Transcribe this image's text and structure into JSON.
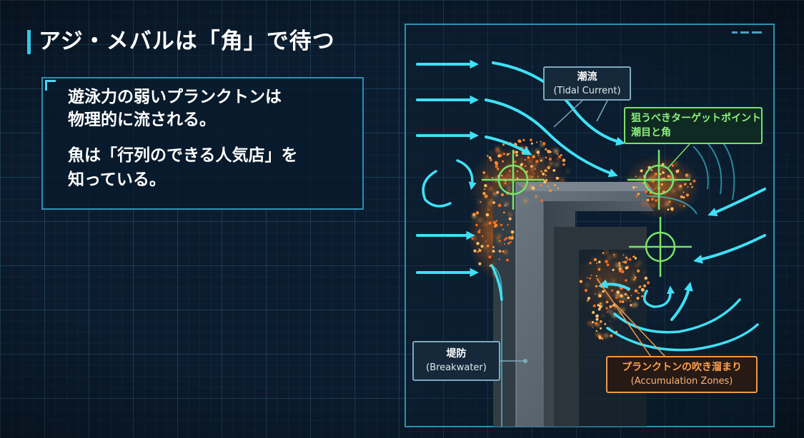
{
  "title": "アジ・メバルは「角」で待つ",
  "description_lines": [
    "遊泳力の弱いプランクトンは",
    "物理的に流される。",
    "魚は「行列のできる人気店」を",
    "知っている。"
  ],
  "labels": {
    "tidal_current": {
      "jp": "潮流",
      "en": "(Tidal Current)"
    },
    "target_point": {
      "line1": "狙うべきターゲットポイント",
      "line2": "潮目と角"
    },
    "breakwater": {
      "jp": "堤防",
      "en": "(Breakwater)"
    },
    "accumulation": {
      "jp": "プランクトンの吹き溜まり",
      "en": "(Accumulation Zones)"
    }
  },
  "colors": {
    "accent": "#35c6e3",
    "current_arrow": "#3fe0f5",
    "target": "#79e36a",
    "plankton": "#ff8a2a",
    "label_orange": "#ee9a4a",
    "concrete": "#5d6870"
  },
  "icons": [
    "flow-arrow-icon",
    "crosshair-icon",
    "eddy-icon"
  ]
}
